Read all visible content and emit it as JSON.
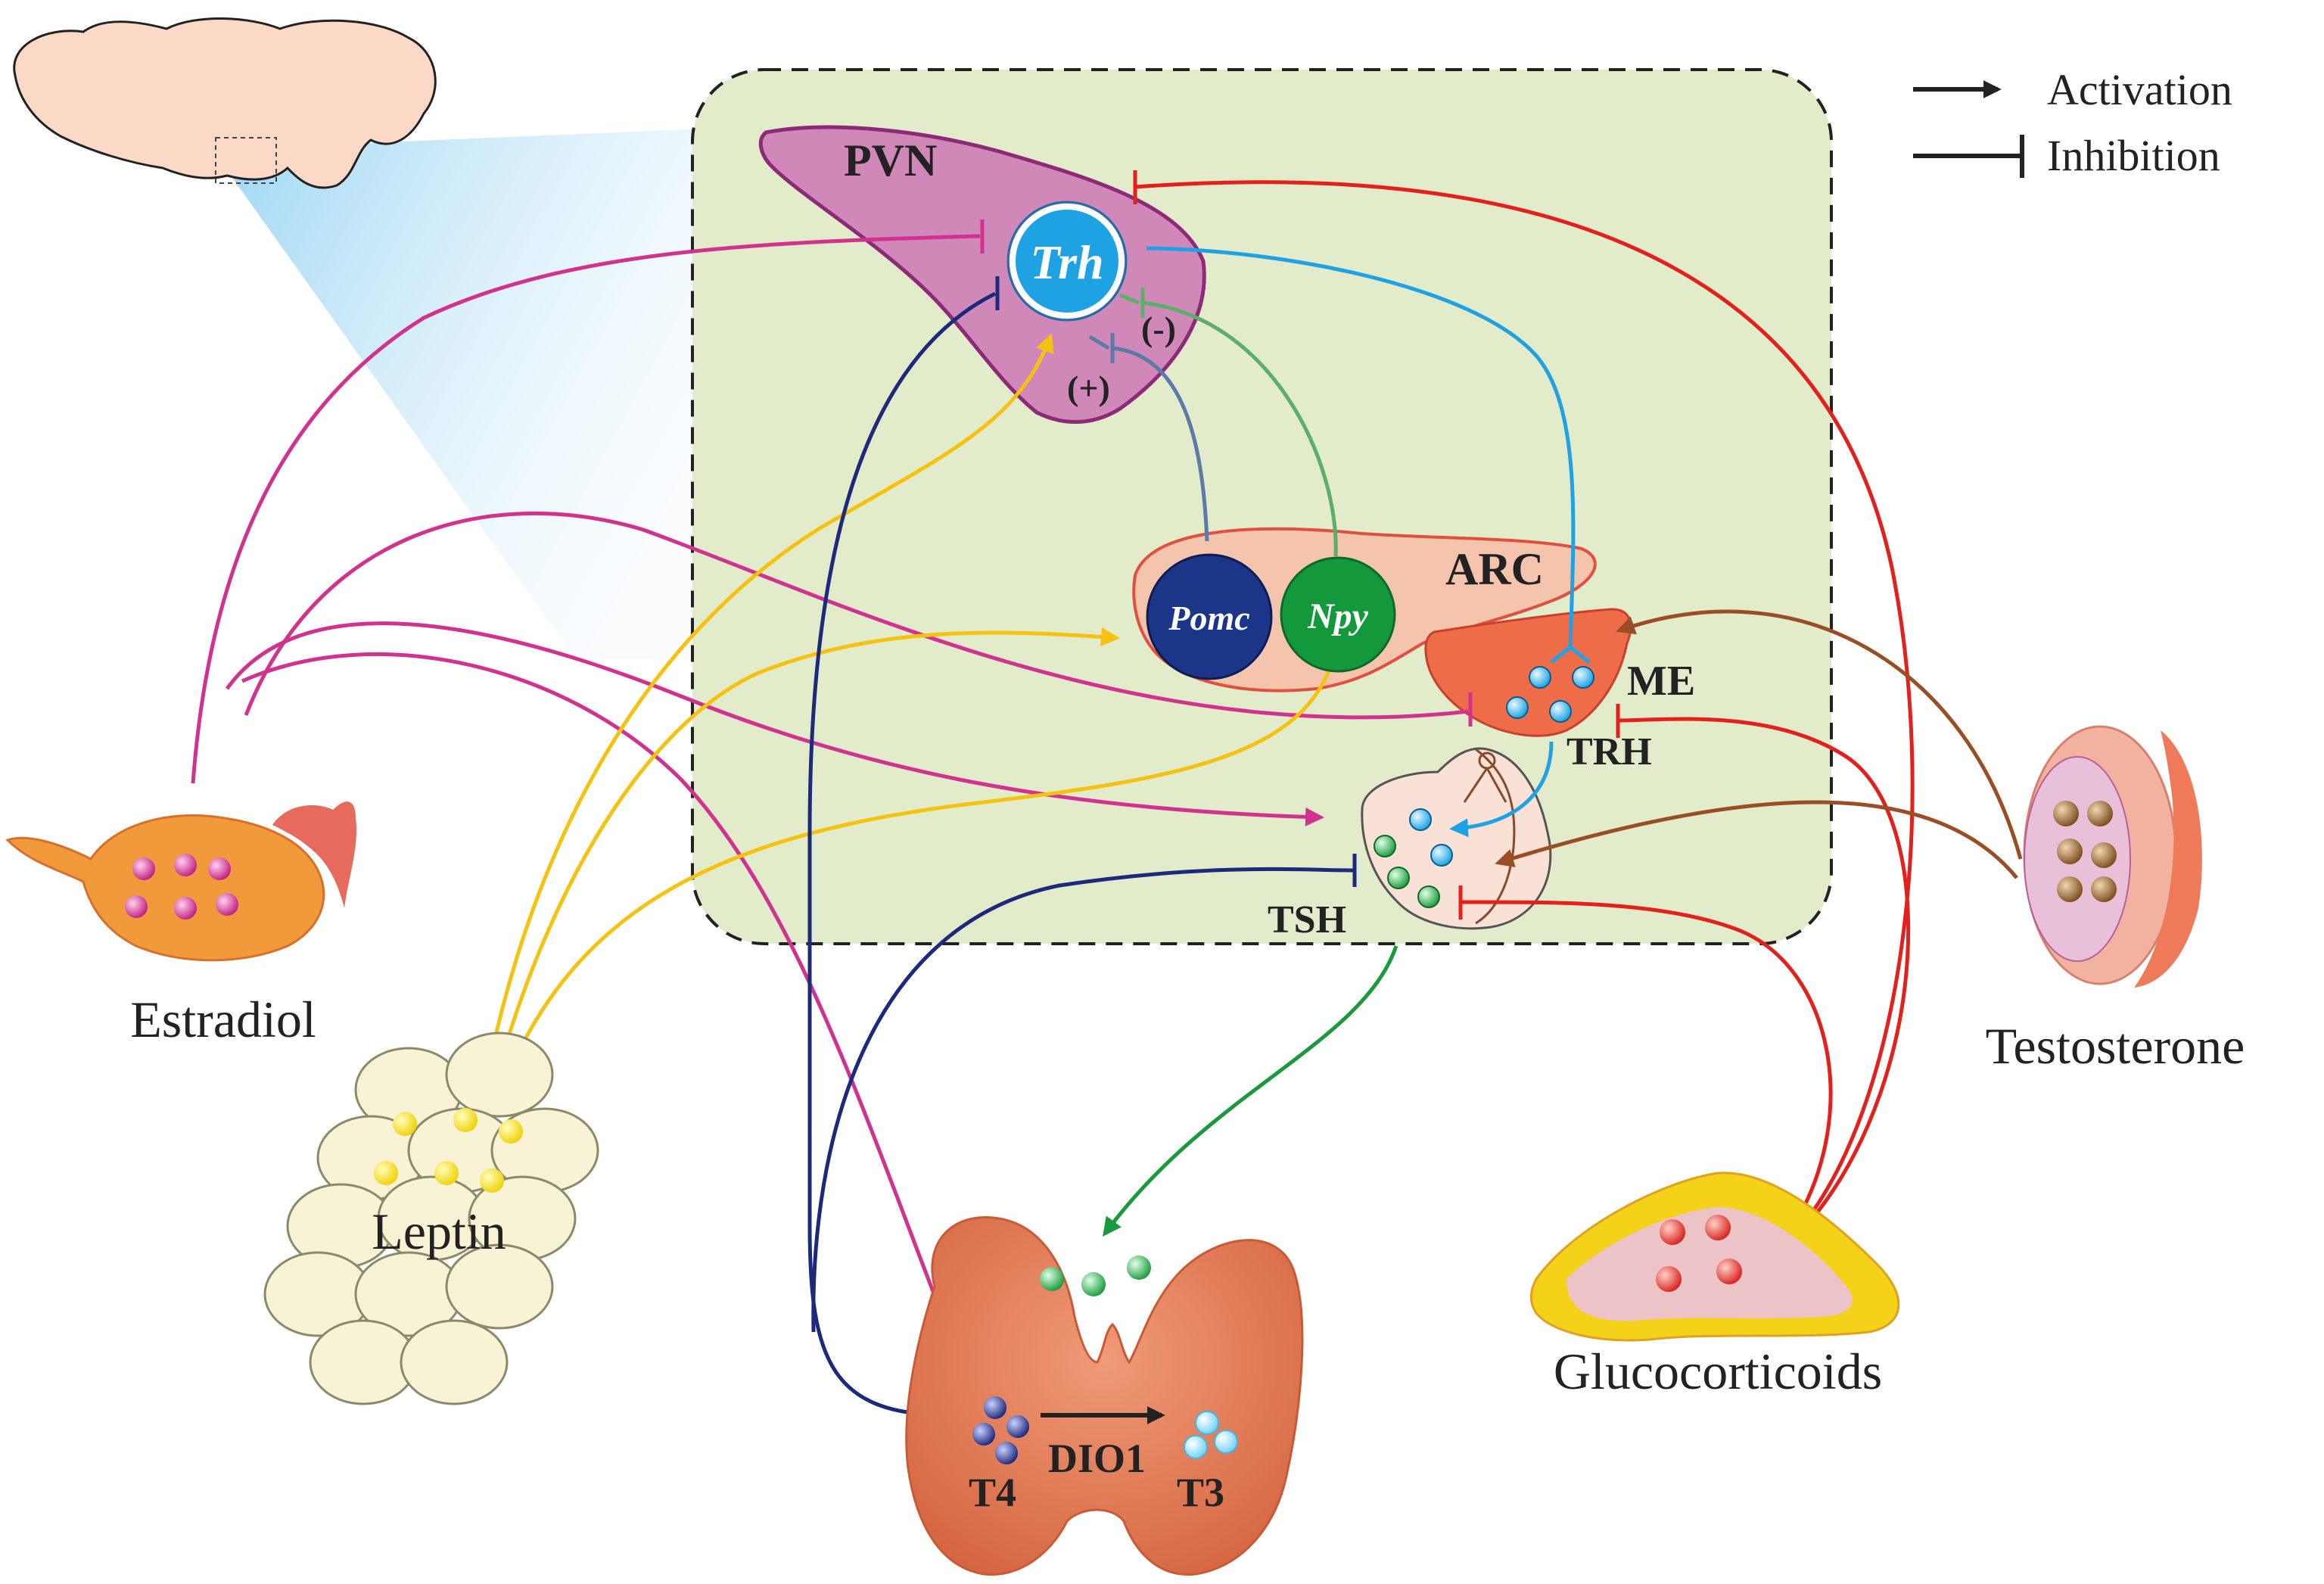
{
  "legend": {
    "activation": "Activation",
    "inhibition": "Inhibition"
  },
  "regions": {
    "pvn": "PVN",
    "arc": "ARC",
    "me": "ME"
  },
  "genes": {
    "trh": "Trh",
    "pomc": "Pomc",
    "npy": "Npy"
  },
  "signs": {
    "plus": "(+)",
    "minus": "(-)"
  },
  "hormones": {
    "trh": "TRH",
    "tsh": "TSH",
    "t4": "T4",
    "t3": "T3",
    "dio1": "DIO1"
  },
  "sources": {
    "estradiol": "Estradiol",
    "leptin": "Leptin",
    "testosterone": "Testosterone",
    "glucocorticoids": "Glucocorticoids"
  },
  "colors": {
    "estradiol": "#d1328f",
    "leptin": "#f5c20f",
    "glucocorticoid": "#e3201b",
    "testosterone": "#9a4e26",
    "trh_path": "#1ea2e3",
    "t4_path": "#1c2a7c",
    "tsh_path": "#1a9a3c",
    "pomc": "#1b3588",
    "npy": "#13983b",
    "hypothalamus_box": "#e2ebca"
  }
}
